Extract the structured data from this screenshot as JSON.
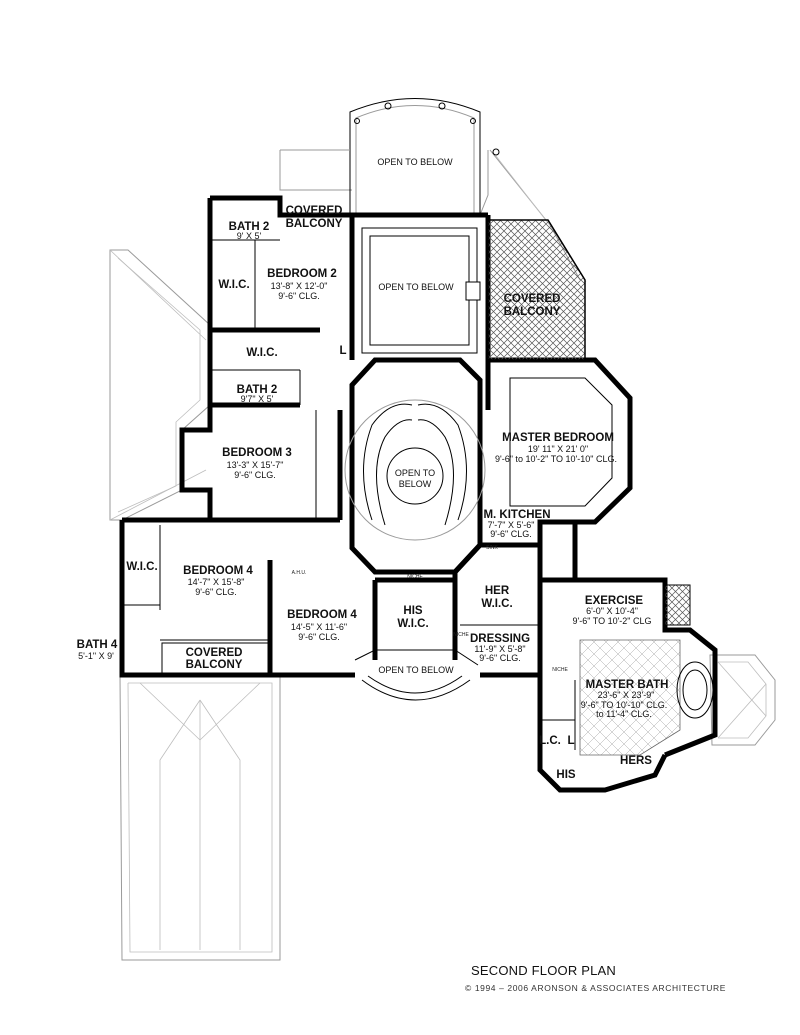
{
  "plan": {
    "title": "SECOND FLOOR PLAN",
    "copyright": "© 1994 – 2006 ARONSON & ASSOCIATES ARCHITECTURE"
  },
  "rooms": {
    "open_top": {
      "name": "OPEN TO BELOW"
    },
    "open_mid": {
      "name": "OPEN TO BELOW"
    },
    "open_stair": {
      "line1": "OPEN TO",
      "line2": "BELOW"
    },
    "open_bottom": {
      "name": "OPEN TO BELOW"
    },
    "covered_balcony_1": {
      "line1": "COVERED",
      "line2": "BALCONY"
    },
    "covered_balcony_2": {
      "line1": "COVERED",
      "line2": "BALCONY"
    },
    "covered_balcony_3": {
      "line1": "COVERED",
      "line2": "BALCONY"
    },
    "bath2_top": {
      "name": "BATH 2",
      "dims": "9' X 5'"
    },
    "bath2_mid": {
      "name": "BATH 2",
      "dims": "9'7\" X 5'"
    },
    "wic_1": {
      "name": "W.I.C."
    },
    "wic_2": {
      "name": "W.I.C."
    },
    "wic_3": {
      "name": "W.I.C."
    },
    "bedroom2": {
      "name": "BEDROOM 2",
      "dims": "13'-8\" X 12'-0\"",
      "clg": "9'-6\" CLG."
    },
    "bedroom3": {
      "name": "BEDROOM 3",
      "dims": "13'-3\" X 15'-7\"",
      "clg": "9'-6\" CLG."
    },
    "bedroom4a": {
      "name": "BEDROOM 4",
      "dims": "14'-7\" X 15'-8\"",
      "clg": "9'-6\" CLG."
    },
    "bedroom4b": {
      "name": "BEDROOM 4",
      "dims": "14'-5\" X 11'-6\"",
      "clg": "9'-6\" CLG."
    },
    "bath4": {
      "name": "BATH 4",
      "dims": "5'-1\" X 9'"
    },
    "master_bedroom": {
      "name": "MASTER BEDROOM",
      "dims": "19' 11\" X 21' 0\"",
      "clg": "9'-6\" to 10'-2\" TO 10'-10\" CLG."
    },
    "m_kitchen": {
      "name": "M. KITCHEN",
      "dims": "7'-7\" X 5'-6\"",
      "clg": "9'-6\" CLG."
    },
    "her_wic": {
      "line1": "HER",
      "line2": "W.I.C."
    },
    "his_wic": {
      "line1": "HIS",
      "line2": "W.I.C."
    },
    "dressing": {
      "name": "DRESSING",
      "dims": "11'-9\" X 5'-8\"",
      "clg": "9'-6\" CLG."
    },
    "exercise": {
      "name": "EXERCISE",
      "dims": "6'-0\" X 10'-4\"",
      "clg": "9'-6\" TO 10'-2\" CLG"
    },
    "master_bath": {
      "name": "MASTER BATH",
      "dims": "23'-6\" X 23'-9\"",
      "clg1": "9'-6\" TO 10'-10\" CLG.",
      "clg2": "to 11'-4\" CLG."
    },
    "his": {
      "name": "HIS"
    },
    "hers": {
      "name": "HERS"
    },
    "lc_1": {
      "name": "L"
    },
    "lc_2": {
      "name": "L.C."
    },
    "lc_3": {
      "name": "L"
    },
    "ahu": {
      "name": "A.H.U."
    },
    "niche_1": {
      "name": "NICHE"
    },
    "niche_2": {
      "name": "NICHE"
    },
    "niche_3": {
      "name": "NICHE"
    },
    "sink": {
      "name": "SINK"
    }
  }
}
